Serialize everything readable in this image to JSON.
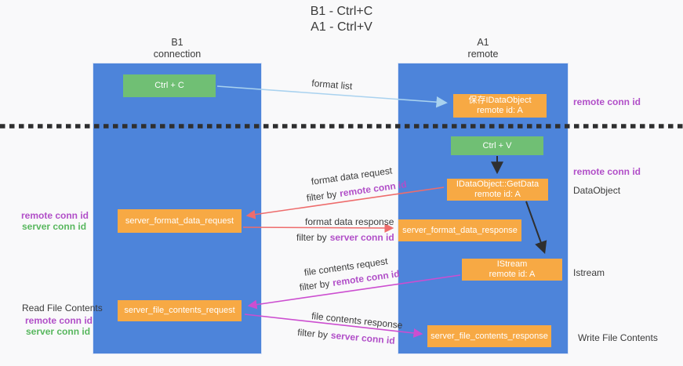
{
  "title": {
    "line1": "B1 - Ctrl+C",
    "line2": "A1 - Ctrl+V"
  },
  "lanes": {
    "left": {
      "name": "B1",
      "role": "connection"
    },
    "right": {
      "name": "A1",
      "role": "remote"
    }
  },
  "nodes": {
    "ctrl_c": {
      "label": "Ctrl + C"
    },
    "ctrl_v": {
      "label": "Ctrl + V"
    },
    "save_dataobject": {
      "line1": "保存IDataObject",
      "line2": "remote id: A"
    },
    "getdata": {
      "line1": "IDataObject::GetData",
      "line2": "remote id: A"
    },
    "istream": {
      "line1": "IStream",
      "line2": "remote id: A"
    },
    "server_format_data_request": {
      "label": "server_format_data_request"
    },
    "server_format_data_response": {
      "label": "server_format_data_response"
    },
    "server_file_contents_request": {
      "label": "server_file_contents_request"
    },
    "server_file_contents_response": {
      "label": "server_file_contents_response"
    }
  },
  "flow_labels": {
    "format_list": "format list",
    "format_data_request": "format data request",
    "format_data_response": "format data response",
    "file_contents_request": "file contents request",
    "file_contents_response": "file contents response",
    "filter_by": "filter by",
    "remote_conn_id": "remote conn id",
    "server_conn_id": "server conn id"
  },
  "annotations": {
    "remote_conn_id": "remote conn id",
    "server_conn_id": "server conn id",
    "dataobject": "DataObject",
    "istream": "Istream",
    "read_file_contents": "Read File Contents",
    "write_file_contents": "Write File Contents"
  },
  "colors": {
    "lane_blue": "#4d84da",
    "node_orange": "#f7a944",
    "node_green": "#70bf74",
    "arrow_light_blue": "#a9d2ef",
    "arrow_red": "#ee6c6c",
    "arrow_magenta": "#cc4ed0",
    "dashed_divider": "#2f2f2f",
    "label_purple": "#b14fc8",
    "label_green": "#58b75e",
    "text_dark": "#3b3b3b",
    "background": "#f9f9fa"
  }
}
